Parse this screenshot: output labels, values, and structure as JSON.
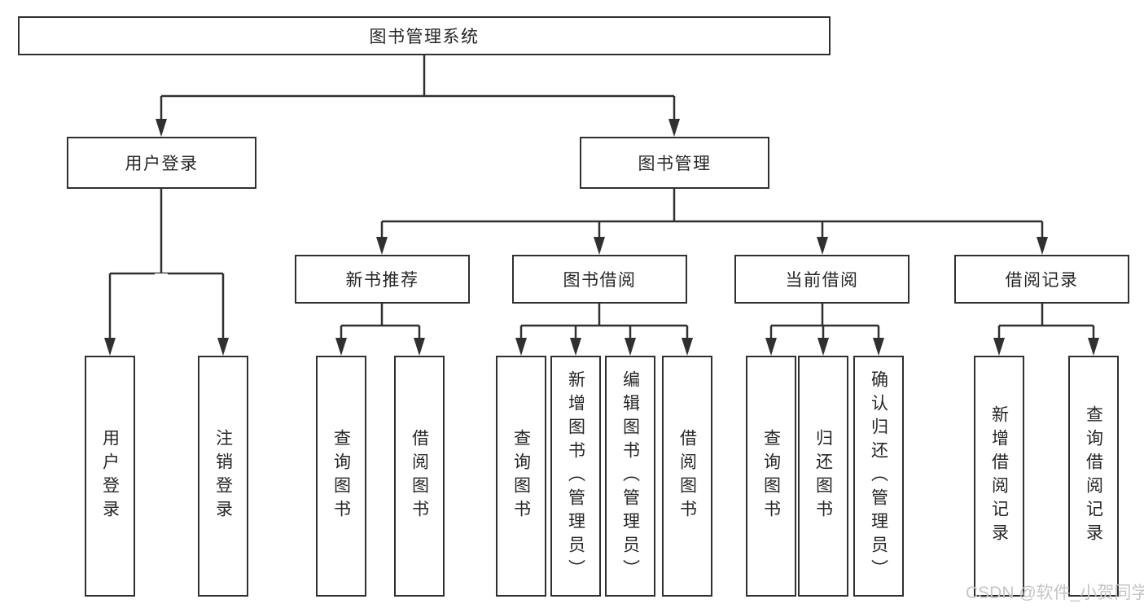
{
  "diagram": {
    "root": {
      "label": "图书管理系统"
    },
    "level2": [
      {
        "label": "用户登录"
      },
      {
        "label": "图书管理"
      }
    ],
    "level3": [
      {
        "label": "新书推荐"
      },
      {
        "label": "图书借阅"
      },
      {
        "label": "当前借阅"
      },
      {
        "label": "借阅记录"
      }
    ],
    "leaves": {
      "user_login": [
        "用户登录",
        "注销登录"
      ],
      "new_book": [
        "查询图书",
        "借阅图书"
      ],
      "book_borrow": [
        "查询图书",
        "新增图书（管理员）",
        "编辑图书（管理员）",
        "借阅图书"
      ],
      "current_borrow": [
        "查询图书",
        "归还图书",
        "确认归还（管理员）"
      ],
      "borrow_records": [
        "新增借阅记录",
        "查询借阅记录"
      ]
    },
    "watermark": "CSDN @软件_小贺同学",
    "colors": {
      "line": "#303030",
      "box_border": "#303030",
      "text": "#262626",
      "watermark": "#c5c5c5",
      "background": "#ffffff"
    }
  }
}
